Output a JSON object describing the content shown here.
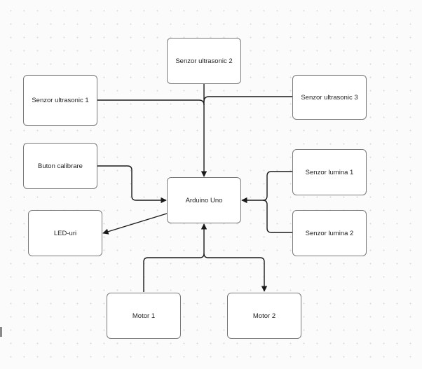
{
  "nodes": {
    "senzor_us2": "Senzor ultrasonic 2",
    "senzor_us1": "Senzor ultrasonic 1",
    "senzor_us3": "Senzor ultrasonic 3",
    "buton": "Buton calibrare",
    "arduino": "Arduino Uno",
    "lumina1": "Senzor lumina 1",
    "lumina2": "Senzor lumina 2",
    "led": "LED-uri",
    "motor1": "Motor 1",
    "motor2": "Motor 2"
  },
  "colors": {
    "node_border": "#7a7a7a",
    "edge": "#1a1a1a",
    "background": "#fbfbfb"
  }
}
